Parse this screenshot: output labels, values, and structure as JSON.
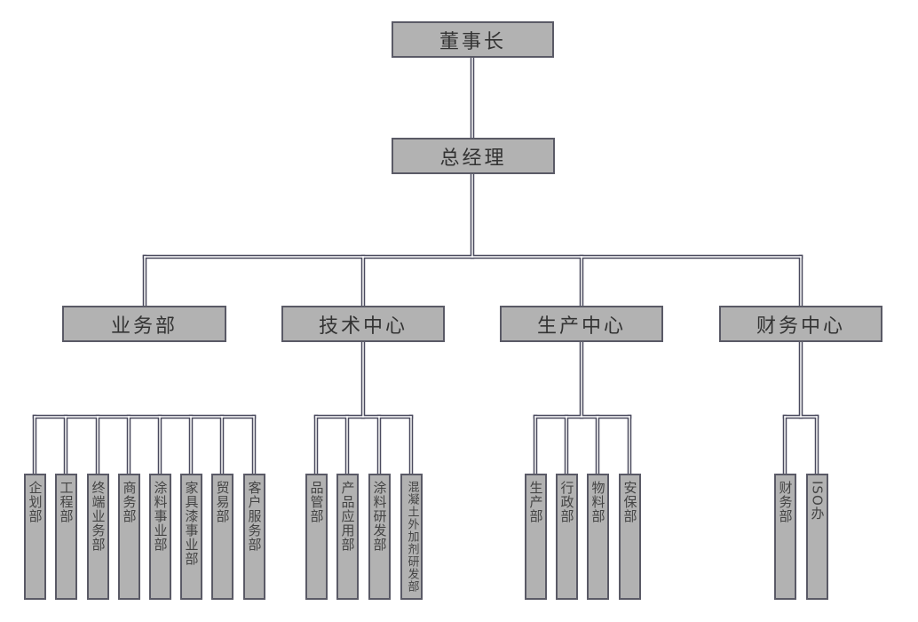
{
  "chairman": "董事长",
  "general_manager": "总经理",
  "departments": [
    {
      "name": "业务部",
      "children": [
        "企划部",
        "工程部",
        "终端业务部",
        "商务部",
        "涂料事业部",
        "家具漆事业部",
        "贸易部",
        "客户服务部"
      ]
    },
    {
      "name": "技术中心",
      "children": [
        "品管部",
        "产品应用部",
        "涂料研发部",
        "混凝土外加剂研发部"
      ]
    },
    {
      "name": "生产中心",
      "children": [
        "生产部",
        "行政部",
        "物料部",
        "安保部"
      ]
    },
    {
      "name": "财务中心",
      "children": [
        "财务部",
        "ISO办"
      ]
    }
  ],
  "colors": {
    "box_fill": "#b2b2b2",
    "box_border": "#5a5a66",
    "connector": "#4a4a5e"
  }
}
